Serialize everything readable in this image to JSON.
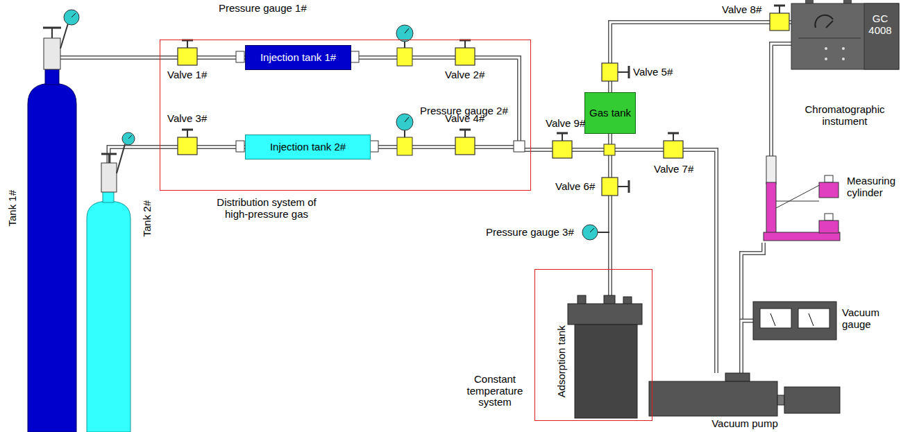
{
  "diagram": {
    "nodes": [
      {
        "text": [
          "Distribution system of high-pressure gas"
        ]
      },
      {
        "text": [
          "Injection tank 1#"
        ],
        "in": 0
      },
      {
        "text": [
          "Injection tank 2#"
        ],
        "in": 0
      },
      {
        "text": [
          "Tank 1#"
        ]
      },
      {
        "text": [
          "Tank 2#"
        ]
      },
      {
        "text": [
          "Gas tank"
        ]
      },
      {
        "text": [
          "Constant temperature system"
        ]
      },
      {
        "text": [
          "Adsorption tank"
        ],
        "in": 6
      },
      {
        "text": [
          "GC 4008",
          "Chromatographic instument"
        ]
      },
      {
        "text": [
          "Measuring cylinder"
        ]
      },
      {
        "text": [
          "Vacuum gauge"
        ]
      },
      {
        "text": [
          "Vacuum pump"
        ]
      }
    ],
    "edges": [
      {
        "from": 3,
        "to": 1,
        "arrow": "none"
      },
      {
        "from": 4,
        "to": 2,
        "arrow": "none"
      },
      {
        "from": 1,
        "to": 5,
        "arrow": "none"
      },
      {
        "from": 2,
        "to": 5,
        "arrow": "none"
      },
      {
        "from": 5,
        "to": 7,
        "arrow": "none"
      },
      {
        "from": 5,
        "to": 11,
        "arrow": "none"
      },
      {
        "from": 5,
        "to": 8,
        "arrow": "none"
      },
      {
        "from": 8,
        "to": 9,
        "arrow": "none"
      },
      {
        "from": 9,
        "to": 11,
        "arrow": "none"
      },
      {
        "from": 10,
        "to": 11,
        "arrow": "none"
      }
    ],
    "labels": [
      "Pressure gauge 1#",
      "Valve 1#",
      "Valve 2#",
      "Pressure gauge 2#",
      "Valve 3#",
      "Valve 4#",
      "Valve 9#",
      "Valve 5#",
      "Valve 6#",
      "Valve 7#",
      "Valve 8#",
      "Pressure gauge 3#"
    ]
  }
}
